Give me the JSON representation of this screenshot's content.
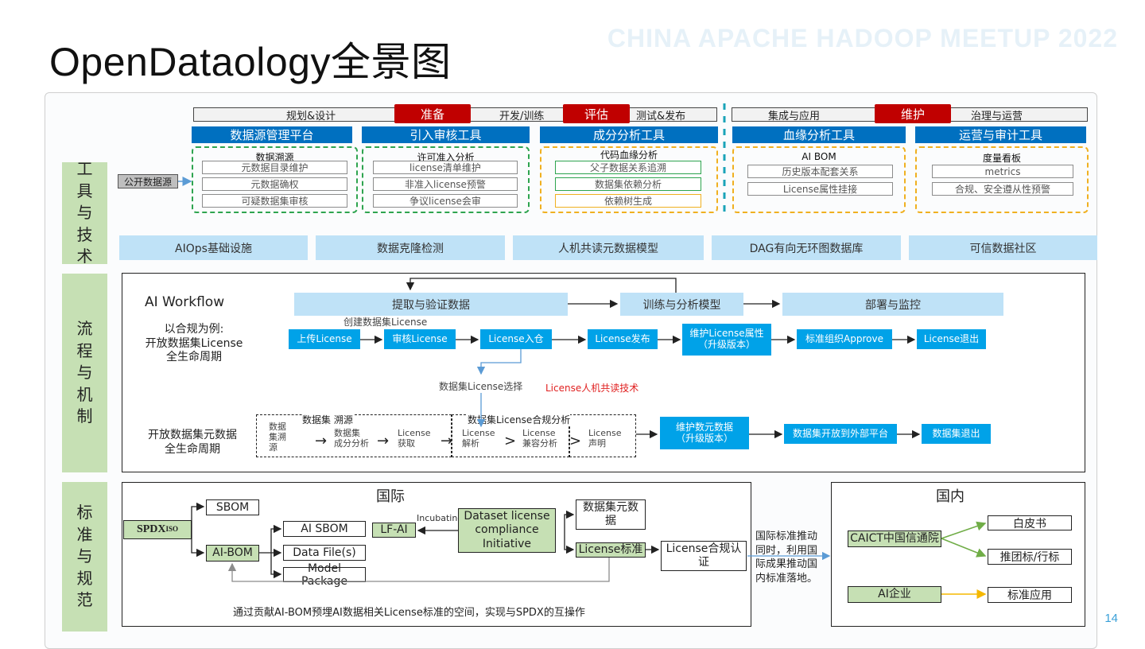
{
  "title": "OpenDataology全景图",
  "watermark": "CHINA APACHE HADOOP MEETUP 2022",
  "page_number": "14",
  "row_labels": {
    "tools": [
      "工",
      "具",
      "与",
      "技",
      "术"
    ],
    "process": [
      "流",
      "程",
      "与",
      "机",
      "制"
    ],
    "standards": [
      "标",
      "准",
      "与",
      "规",
      "范"
    ]
  },
  "phase_bar": {
    "left": {
      "a": "规划&设计",
      "b": "开发/训练",
      "c": "测试&发布"
    },
    "right": {
      "a": "集成与应用",
      "b": "治理与运营"
    },
    "tags": [
      "准备",
      "评估",
      "维护"
    ]
  },
  "tool_headers": [
    "数据源管理平台",
    "引入审核工具",
    "成分分析工具",
    "血缘分析工具",
    "运营与审计工具"
  ],
  "public_source": "公开数据源",
  "tool_groups": [
    {
      "head": "数据溯源",
      "items": [
        "元数据目录维护",
        "元数据确权",
        "可疑数据集审核"
      ]
    },
    {
      "head": "许可准入分析",
      "items": [
        "license清单维护",
        "非准入license预警",
        "争议license会审"
      ]
    },
    {
      "head": "代码血缘分析",
      "items": [
        "父子数据关系追溯",
        "数据集依赖分析",
        "依赖树生成"
      ]
    },
    {
      "head": "AI BOM",
      "items": [
        "历史版本配套关系",
        "License属性挂接"
      ]
    },
    {
      "head": "度量看板",
      "items": [
        "metrics",
        "合规、安全遵从性预警"
      ]
    }
  ],
  "tech_bar": [
    "AIOps基础设施",
    "数据克隆检测",
    "人机共读元数据模型",
    "DAG有向无环图数据库",
    "可信数据社区"
  ],
  "process": {
    "workflow_label": "AI Workflow",
    "workflow_steps": [
      "提取与验证数据",
      "训练与分析模型",
      "部署与监控"
    ],
    "example_label": "以合规为例:\n开放数据集License\n全生命周期",
    "create_label": "创建数据集License",
    "license_steps": [
      "上传License",
      "审核License",
      "License入仓",
      "License发布",
      "维护License属性\n（升级版本）",
      "标准组织Approve",
      "License退出"
    ],
    "select_label": "数据集License选择",
    "tech_note": "License人机共读技术",
    "meta_label": "开放数据集元数据\n全生命周期",
    "trace_head": "数据集 溯源",
    "compliance_head": "数据集License合规分析",
    "sub_steps": [
      "数据\n集溯\n源",
      "数据集\n成分分析",
      "License\n获取",
      "License\n解析",
      "License\n兼容分析",
      "License\n声明"
    ],
    "meta_steps": [
      "维护数元数据\n（升级版本）",
      "数据集开放到外部平台",
      "数据集退出"
    ]
  },
  "standards": {
    "intl_title": "国际",
    "domestic_title": "国内",
    "spdx": "SPDX",
    "spdx_sup": "ISO",
    "sbom": "SBOM",
    "aibom": "AI-BOM",
    "ai_sbom": "AI SBOM",
    "data_file": "Data File(s)",
    "model_package": "Model Package",
    "lfai": "LF-AI",
    "incubating": "Incubating",
    "dataset_initiative": "Dataset license\ncompliance\nInitiative",
    "dataset_meta": "数据集元数\n据",
    "license_std": "License标准",
    "license_cert": "License合规认\n证",
    "footnote": "通过贡献AI-BOM预埋AI数据相关License标准的空间，实现与SPDX的互操作",
    "bridge_note": "国际标准推动\n同时，利用国\n际成果推动国\n内标准落地。",
    "caict": "CAICT中国信通院",
    "whitepaper": "白皮书",
    "group_std": "推团标/行标",
    "ai_company": "AI企业",
    "std_app": "标准应用"
  },
  "colors": {
    "red": "#c00000",
    "blue": "#0070c0",
    "cyan": "#00a2e8",
    "light_blue": "#bfe2f7",
    "green": "#c6e0b4",
    "dash_green": "#2ea44f",
    "dash_orange": "#f0b020"
  }
}
